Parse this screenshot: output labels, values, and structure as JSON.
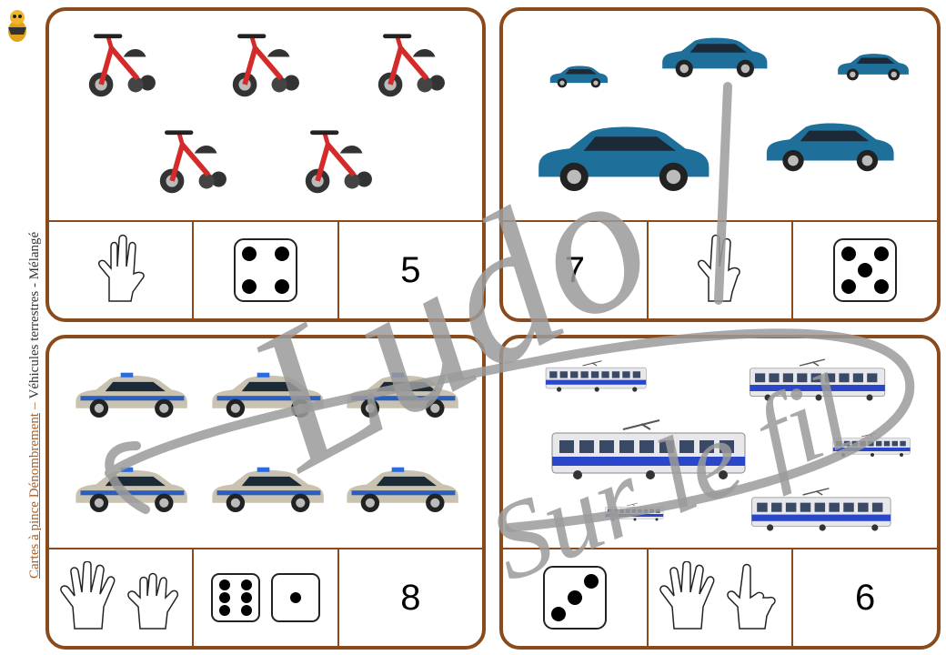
{
  "sidebar": {
    "title": "Cartes à pince Dénombrement",
    "separator": "–",
    "subtitle": "Véhicules terrestres - Mélangé"
  },
  "cards": [
    {
      "theme": "tricycle",
      "count_label": "5",
      "subject_color": "#d42a2a"
    },
    {
      "theme": "car",
      "count_label": "7",
      "subject_color": "#1e6f9a"
    },
    {
      "theme": "police-car",
      "count_label": "8",
      "subject_color": "#2a5fbf"
    },
    {
      "theme": "tram",
      "count_label": "6",
      "subject_color": "#2a47c9"
    }
  ],
  "watermark": {
    "line1": "Ludo",
    "line2": "Sur le fil"
  },
  "colors": {
    "frame": "#8a4b1c",
    "accent": "#a85d22",
    "watermark": "#9b9b9b"
  }
}
